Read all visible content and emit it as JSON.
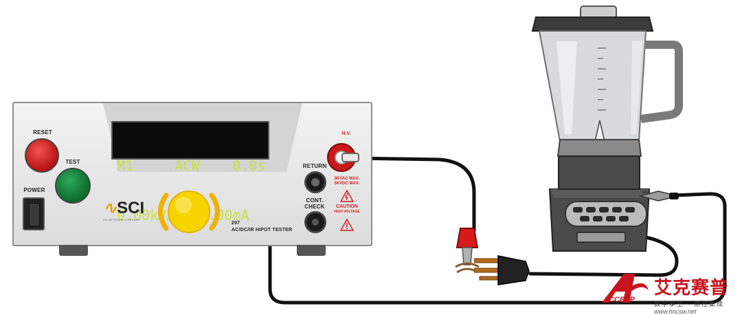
{
  "display": {
    "line1": "M1     ACW    0.0s",
    "line2": "0.00kVAC 12.00mA"
  },
  "tester": {
    "reset_label": "RESET",
    "test_label": "TEST",
    "power_label": "POWER",
    "hv_label": "H.V.",
    "return_label": "RETURN",
    "cont_check_label_1": "CONT.",
    "cont_check_label_2": "CHECK",
    "hv_rating_1": "5KVAC MAX.",
    "hv_rating_2": "5KVDC MAX.",
    "caution_label": "CAUTION",
    "high_voltage_label": "HIGH VOLTAGE",
    "model_number": "297",
    "model_name": "AC/DC/IR HIPOT TESTER",
    "logo_text": "SCI",
    "logo_tagline": "AN AETRIUM COMPANY"
  },
  "watermark": {
    "brand_cn": "艾克赛普",
    "tagline_cn": "数字孪生 · 测控集成",
    "logo_letters": "ACCEXP",
    "url": "www.hncsw.net"
  },
  "colors": {
    "lcd_text": "#c9e04a",
    "reset_button": "#c81818",
    "test_button": "#0b6b2c",
    "hv_jack": "#c81818",
    "watermark_red": "#c8141e",
    "blender_body": "#4a4a4a"
  }
}
